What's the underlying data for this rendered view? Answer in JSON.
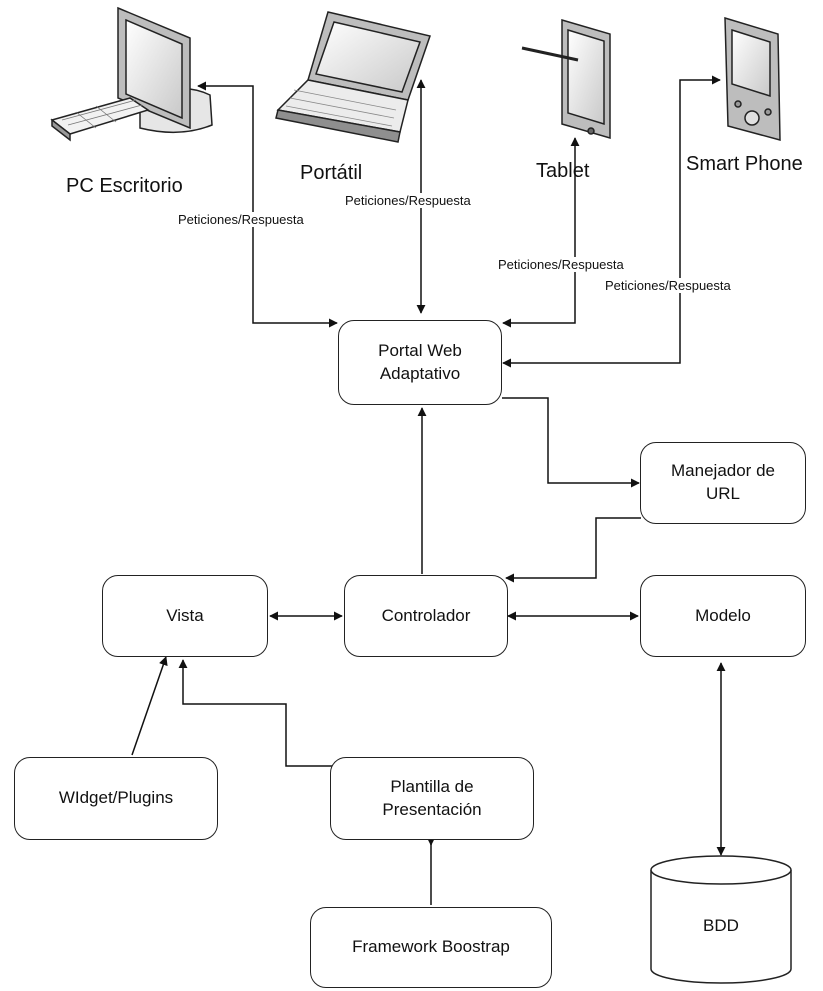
{
  "devices": {
    "pc": "PC Escritorio",
    "laptop": "Portátil",
    "tablet": "Tablet",
    "phone": "Smart Phone"
  },
  "edge_labels": {
    "pc": "Peticiones/Respuesta",
    "laptop": "Peticiones/Respuesta",
    "tablet": "Peticiones/Respuesta",
    "phone": "Peticiones/Respuesta"
  },
  "nodes": {
    "portal": "Portal Web\nAdaptativo",
    "url_manager": "Manejador de\nURL",
    "vista": "Vista",
    "controlador": "Controlador",
    "modelo": "Modelo",
    "widgets": "WIdget/Plugins",
    "plantilla": "Plantilla de\nPresentación",
    "framework": "Framework Boostrap",
    "bdd": "BDD"
  }
}
